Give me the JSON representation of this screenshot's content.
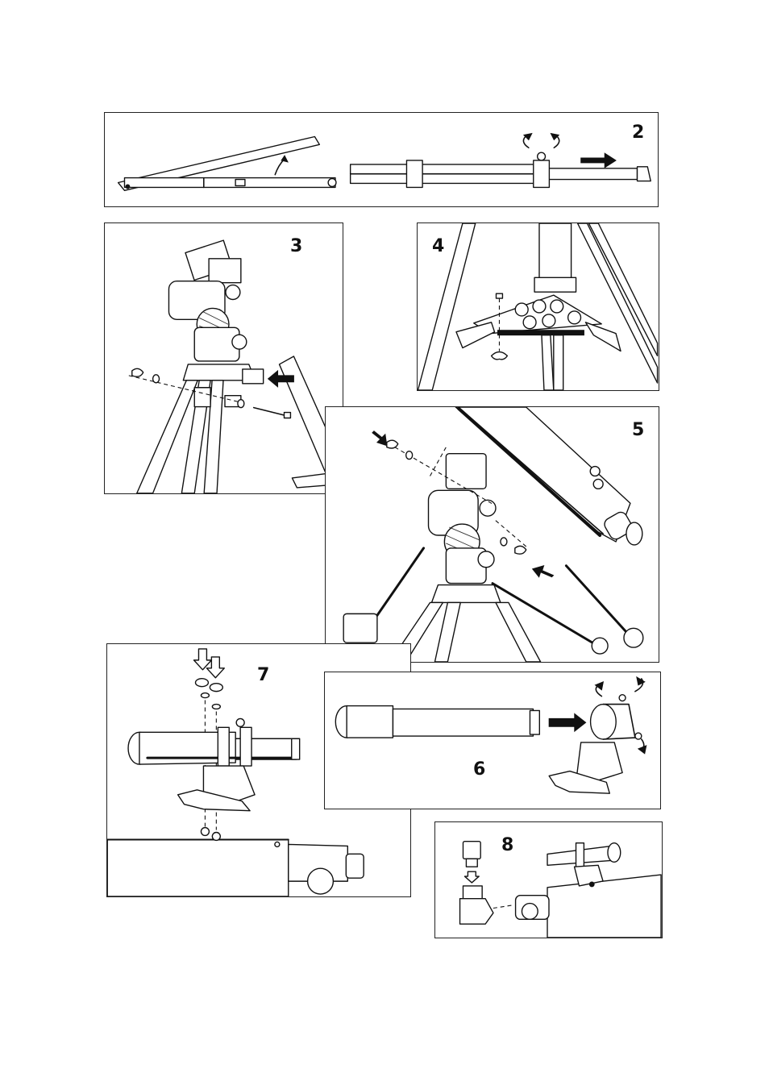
{
  "figure": {
    "steps": [
      {
        "id": "step-2",
        "label": "2"
      },
      {
        "id": "step-3",
        "label": "3"
      },
      {
        "id": "step-4",
        "label": "4"
      },
      {
        "id": "step-5",
        "label": "5"
      },
      {
        "id": "step-6",
        "label": "6"
      },
      {
        "id": "step-7",
        "label": "7"
      },
      {
        "id": "step-8",
        "label": "8"
      }
    ]
  }
}
